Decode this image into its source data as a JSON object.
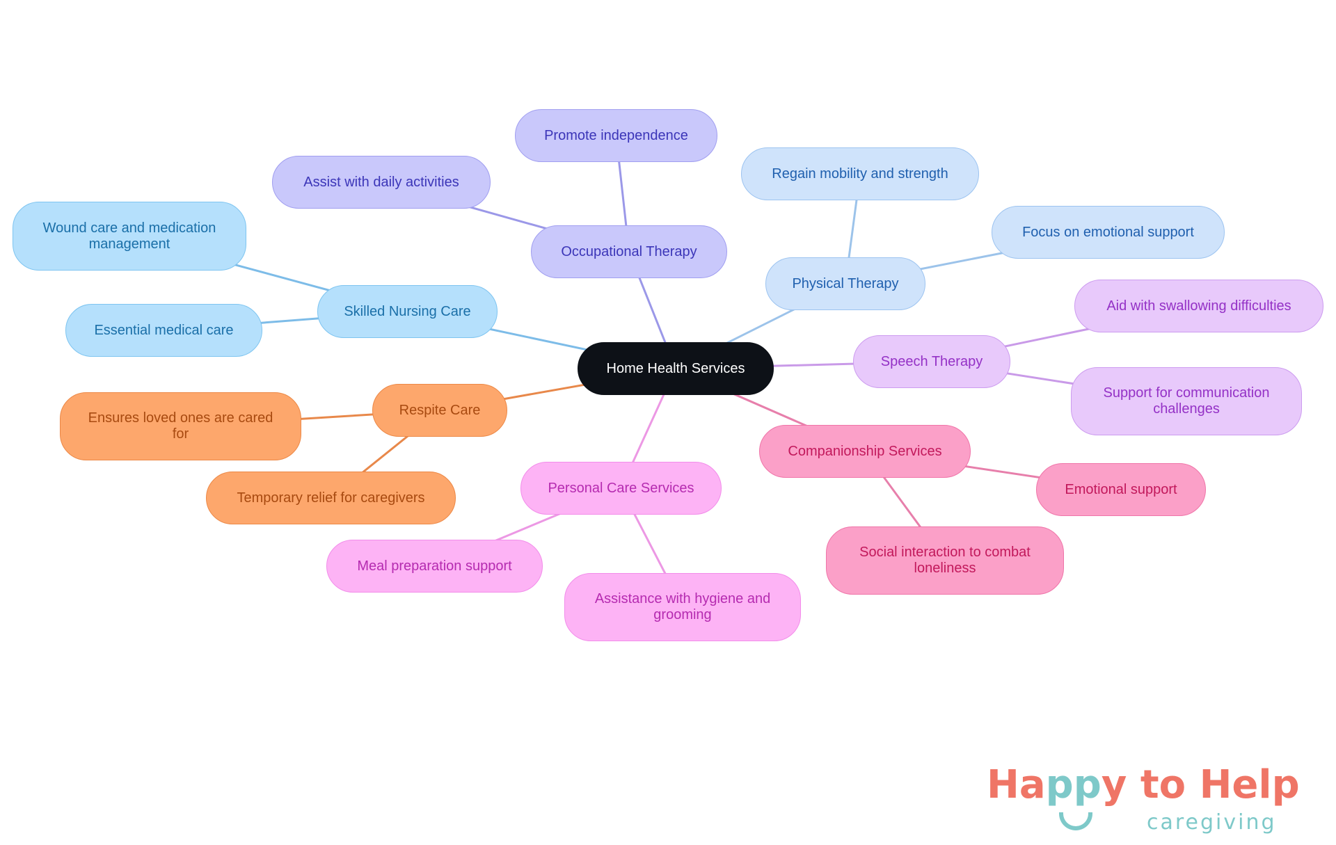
{
  "root": {
    "label": "Home Health Services",
    "bg": "#0d1117",
    "color": "#ffffff"
  },
  "branches": [
    {
      "id": "skilled",
      "label": "Skilled Nursing Care",
      "bg": "#b5e0fc",
      "border": "#7dc4f0",
      "text": "#1a6fa8",
      "line": "#7dbce8",
      "children": [
        {
          "id": "wound",
          "label": "Wound care and medication management"
        },
        {
          "id": "essential",
          "label": "Essential medical care"
        }
      ]
    },
    {
      "id": "ot",
      "label": "Occupational Therapy",
      "bg": "#c9c8fb",
      "border": "#a09ef0",
      "text": "#3b35b8",
      "line": "#9b98e8",
      "children": [
        {
          "id": "assist",
          "label": "Assist with daily activities"
        },
        {
          "id": "promote",
          "label": "Promote independence"
        }
      ]
    },
    {
      "id": "pt",
      "label": "Physical Therapy",
      "bg": "#cfe3fb",
      "border": "#9cc3f0",
      "text": "#1f5fae",
      "line": "#9cc3ea",
      "children": [
        {
          "id": "regain",
          "label": "Regain mobility and strength"
        },
        {
          "id": "focus",
          "label": "Focus on emotional support"
        }
      ]
    },
    {
      "id": "speech",
      "label": "Speech Therapy",
      "bg": "#e8c9fb",
      "border": "#cc9bef",
      "text": "#9431c6",
      "line": "#c99ae8",
      "children": [
        {
          "id": "aid",
          "label": "Aid with swallowing difficulties"
        },
        {
          "id": "support",
          "label": "Support for communication challenges"
        }
      ]
    },
    {
      "id": "companion",
      "label": "Companionship Services",
      "bg": "#fba0c8",
      "border": "#ef74a8",
      "text": "#c2185b",
      "line": "#e77fab",
      "children": [
        {
          "id": "emotional",
          "label": "Emotional support"
        },
        {
          "id": "social",
          "label": "Social interaction to combat loneliness"
        }
      ]
    },
    {
      "id": "personal",
      "label": "Personal Care Services",
      "bg": "#fdb3f5",
      "border": "#f28cea",
      "text": "#b52bb0",
      "line": "#ec98e4",
      "children": [
        {
          "id": "meal",
          "label": "Meal preparation support"
        },
        {
          "id": "hygiene",
          "label": "Assistance with hygiene and grooming"
        }
      ]
    },
    {
      "id": "respite",
      "label": "Respite Care",
      "bg": "#fda76c",
      "border": "#ec8846",
      "text": "#a84a10",
      "line": "#e8884a",
      "children": [
        {
          "id": "ensures",
          "label": "Ensures loved ones are cared for"
        },
        {
          "id": "temporary",
          "label": "Temporary relief for caregivers"
        }
      ]
    }
  ],
  "logo": {
    "text": "Happy to Help",
    "subtitle": "caregiving",
    "primary": "#ef7566",
    "secondary": "#7ec9c9"
  }
}
